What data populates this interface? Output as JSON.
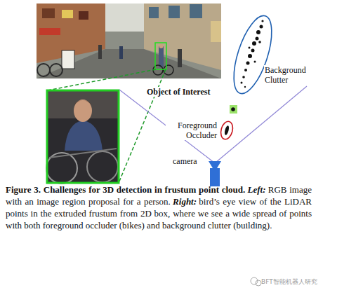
{
  "diagram": {
    "caption": "Figure 3. Challenges for 3D detection in frustum point cloud.",
    "labels": [
      "Background Clutter",
      "Object of Interest",
      "Foreground Occluder",
      "camera",
      "Left:",
      "RGB image with an image region proposal for a person.",
      "Right:",
      "bird’s eye view of the LiDAR points in the extruded frustum from 2D box, where we see a wide spread of points with both foreground occluder (bikes) and background clutter (building).",
      "BFT智能机器人研究"
    ]
  }
}
